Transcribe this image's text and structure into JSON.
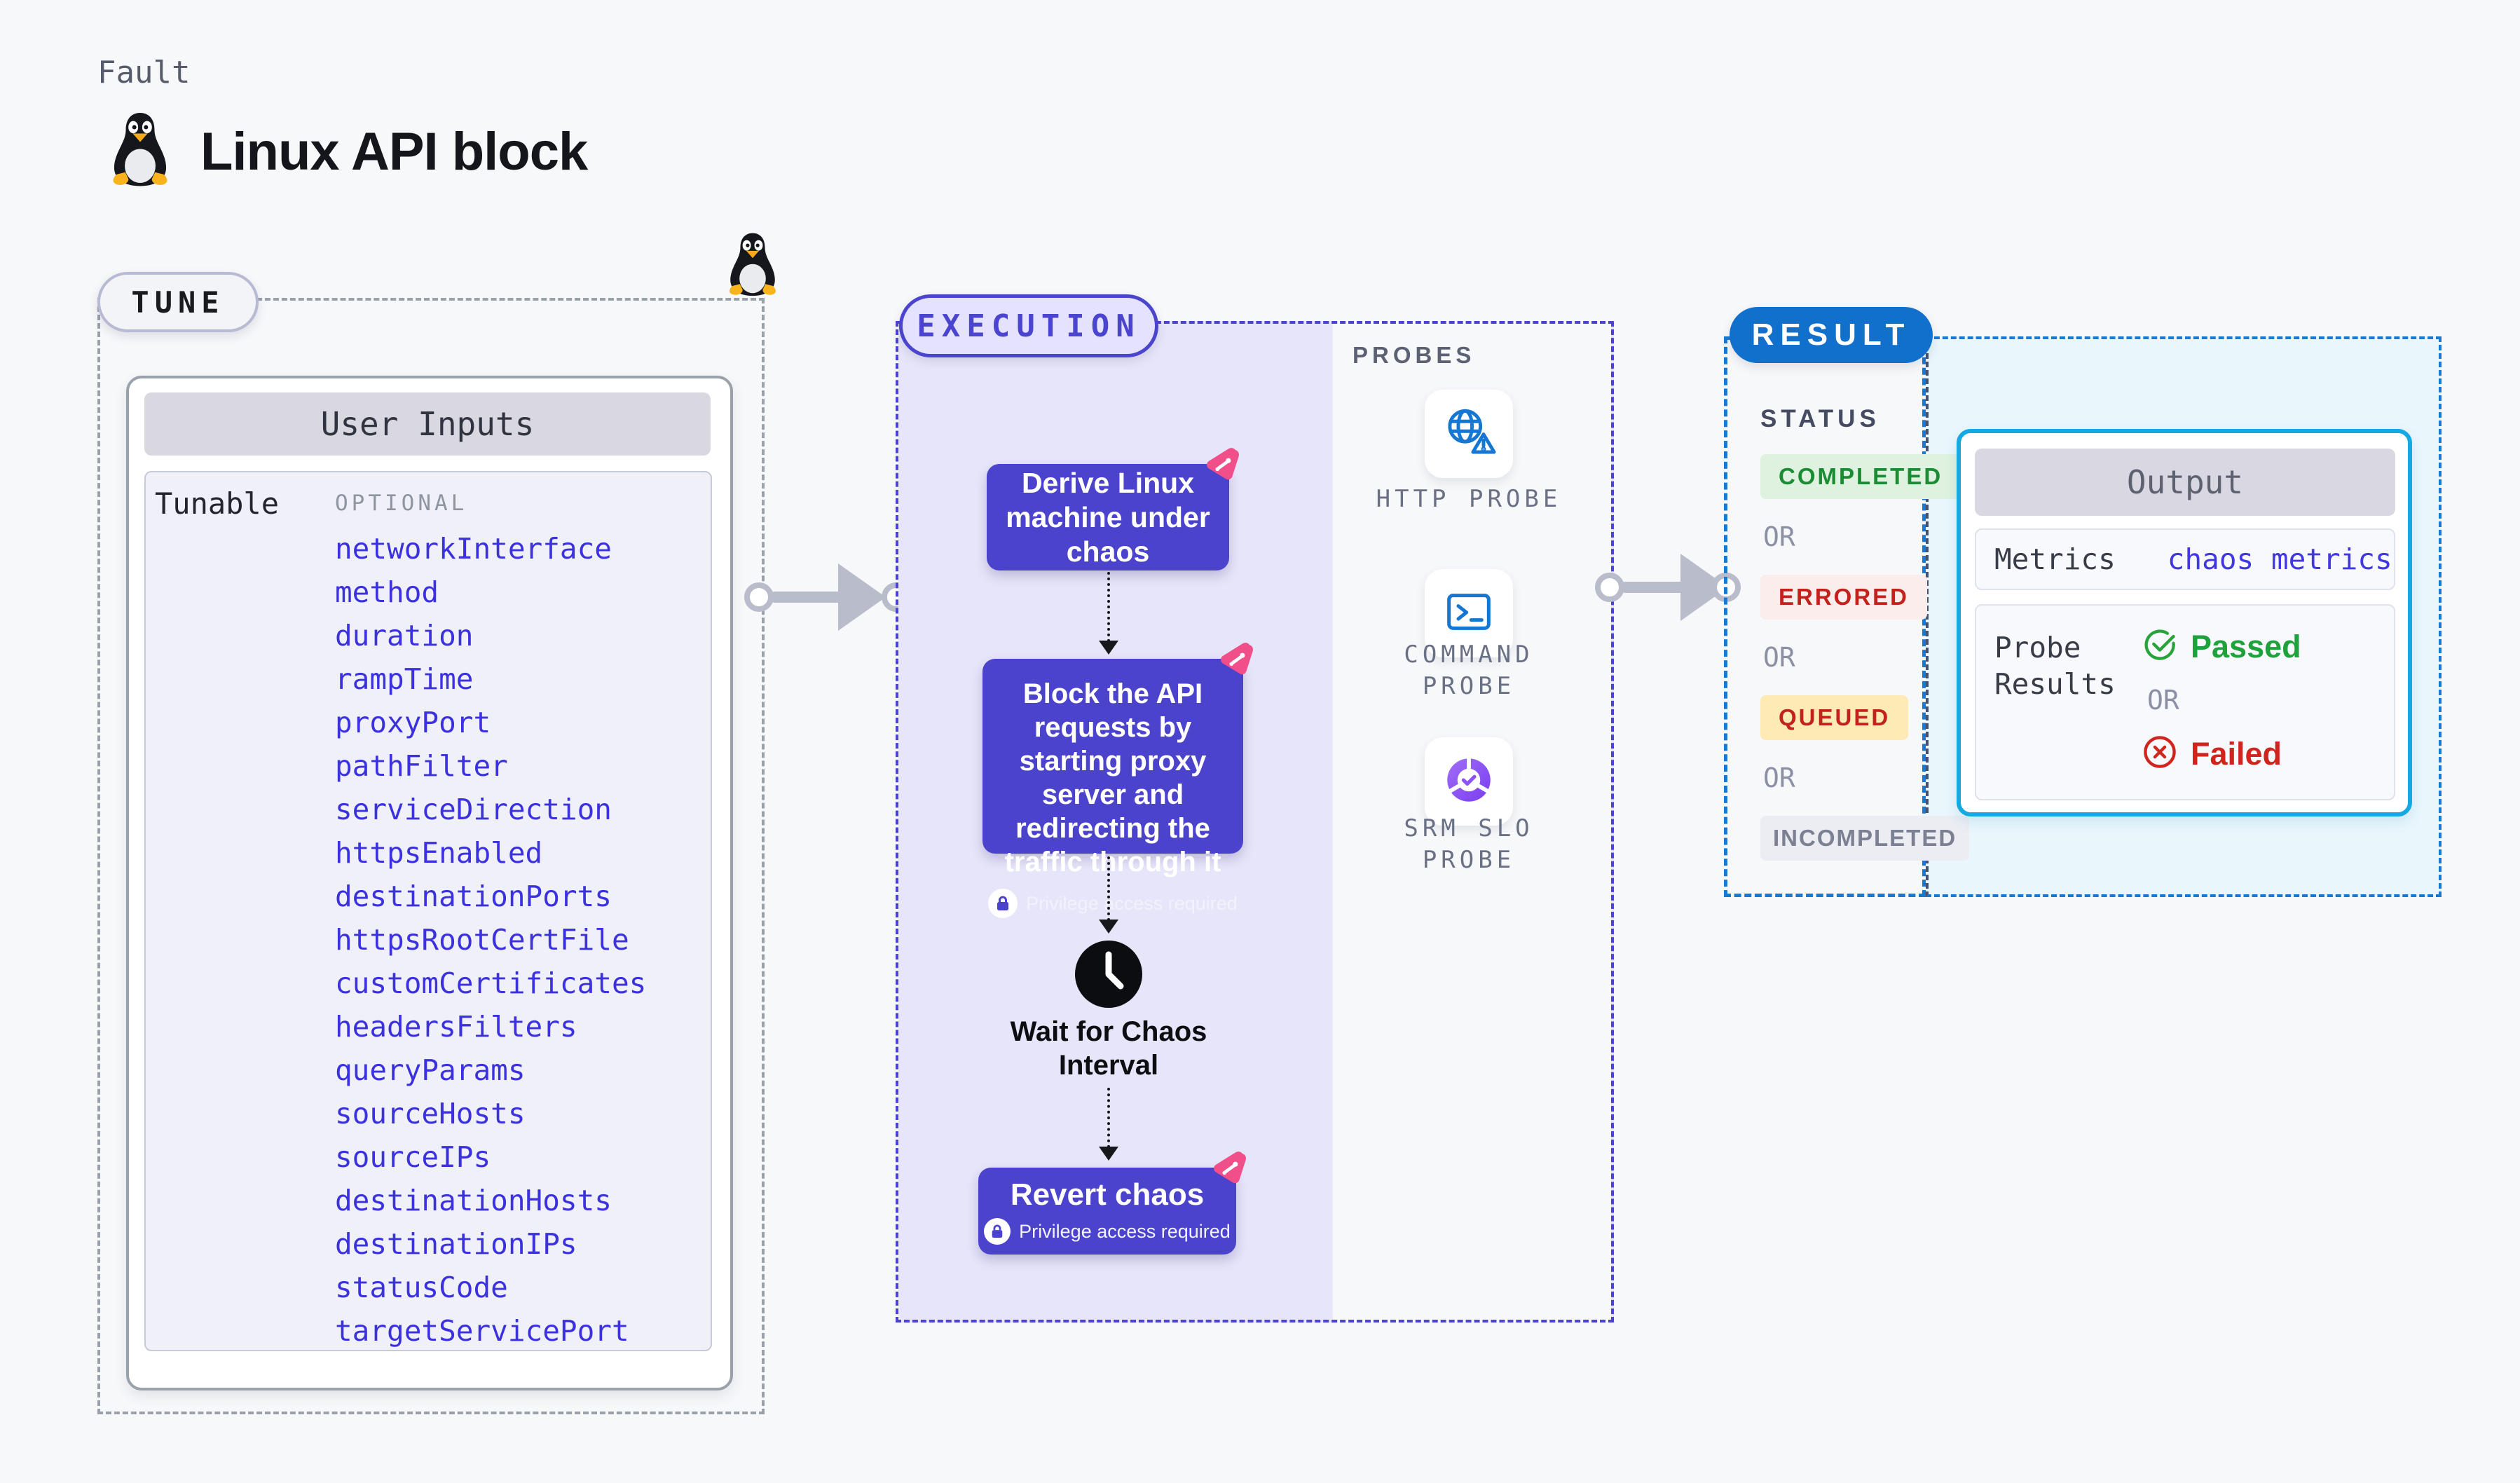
{
  "header": {
    "eyebrow": "Fault",
    "title": "Linux API block"
  },
  "tune": {
    "label": "TUNE",
    "card_title": "User Inputs",
    "row_label": "Tunable",
    "optional_label": "OPTIONAL",
    "params": [
      "networkInterface",
      "method",
      "duration",
      "rampTime",
      "proxyPort",
      "pathFilter",
      "serviceDirection",
      "httpsEnabled",
      "destinationPorts",
      "httpsRootCertFile",
      "customCertificates",
      "headersFilters",
      "queryParams",
      "sourceHosts",
      "sourceIPs",
      "destinationHosts",
      "destinationIPs",
      "statusCode",
      "targetServicePort"
    ]
  },
  "execution": {
    "label": "EXECUTION",
    "derive": "Derive Linux machine under chaos",
    "block": "Block the API requests by starting proxy server and redirecting the traffic through it",
    "wait": "Wait for Chaos Interval",
    "revert": "Revert chaos",
    "privilege": "Privilege access required"
  },
  "probes": {
    "label": "PROBES",
    "http": "HTTP PROBE",
    "command": "COMMAND PROBE",
    "srm": "SRM SLO PROBE"
  },
  "result": {
    "label": "RESULT",
    "status_label": "STATUS",
    "or": "OR",
    "completed": "COMPLETED",
    "errored": "ERRORED",
    "queued": "QUEUED",
    "incompleted": "INCOMPLETED",
    "output": {
      "title": "Output",
      "metrics_label": "Metrics",
      "metrics_value": "chaos metrics",
      "probe_results_label": "Probe Results",
      "passed": "Passed",
      "failed": "Failed"
    }
  },
  "colors": {
    "accent_indigo": "#4c43cd",
    "execution_bg": "#e7e5f9",
    "result_blue": "#1170cc",
    "output_border_cyan": "#14a9e2",
    "output_bg": "#e9f6fc",
    "param_blue": "#3b31dd",
    "passed_green": "#1ea23c",
    "failed_red": "#d0251d",
    "queued_bg": "#fdeab4",
    "completed_bg": "#def2df",
    "errored_bg": "#fceded",
    "chaos_pink": "#f04f8a",
    "arrow_gray": "#b9bccb",
    "probe_icon_blue": "#1677d2"
  }
}
